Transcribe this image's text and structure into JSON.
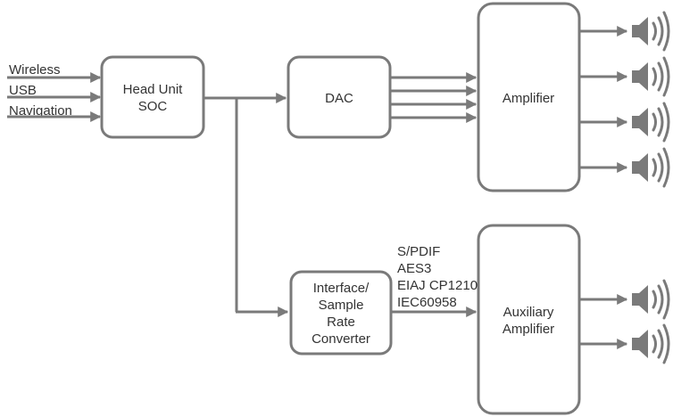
{
  "inputs": [
    "Wireless",
    "USB",
    "Navigation"
  ],
  "blocks": {
    "head_unit": [
      "Head Unit",
      "SOC"
    ],
    "dac": "DAC",
    "amplifier": "Amplifier",
    "interface": [
      "Interface/",
      "Sample",
      "Rate",
      "Converter"
    ],
    "aux_amplifier": [
      "Auxiliary",
      "Amplifier"
    ]
  },
  "digital_formats": [
    "S/PDIF",
    "AES3",
    "EIAJ CP1210",
    "IEC60958"
  ],
  "icons": {
    "speaker": "speaker-icon"
  },
  "colors": {
    "line": "#7a7a7a",
    "text": "#333333"
  }
}
